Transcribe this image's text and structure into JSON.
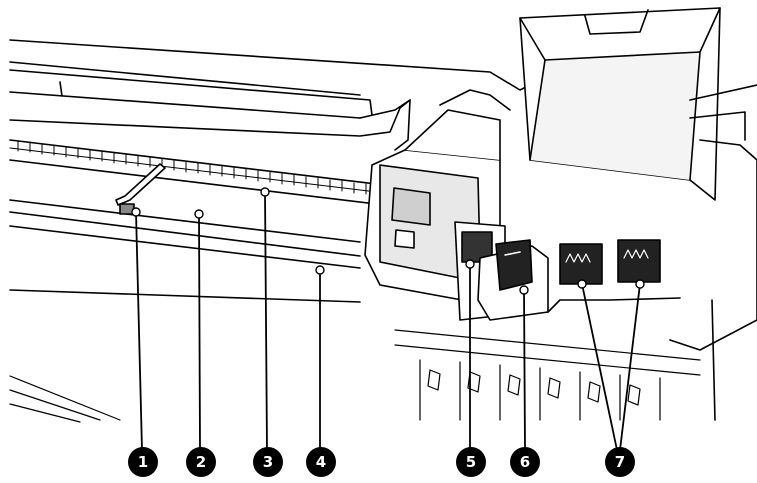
{
  "callouts": [
    {
      "number": "1"
    },
    {
      "number": "2"
    },
    {
      "number": "3"
    },
    {
      "number": "4"
    },
    {
      "number": "5"
    },
    {
      "number": "6"
    },
    {
      "number": "7"
    }
  ],
  "colors": {
    "line": "#000000",
    "panel_gray": "#b8b8b8",
    "window_gray": "#d4d4d4",
    "dark_part": "#222222",
    "background": "#ffffff"
  }
}
